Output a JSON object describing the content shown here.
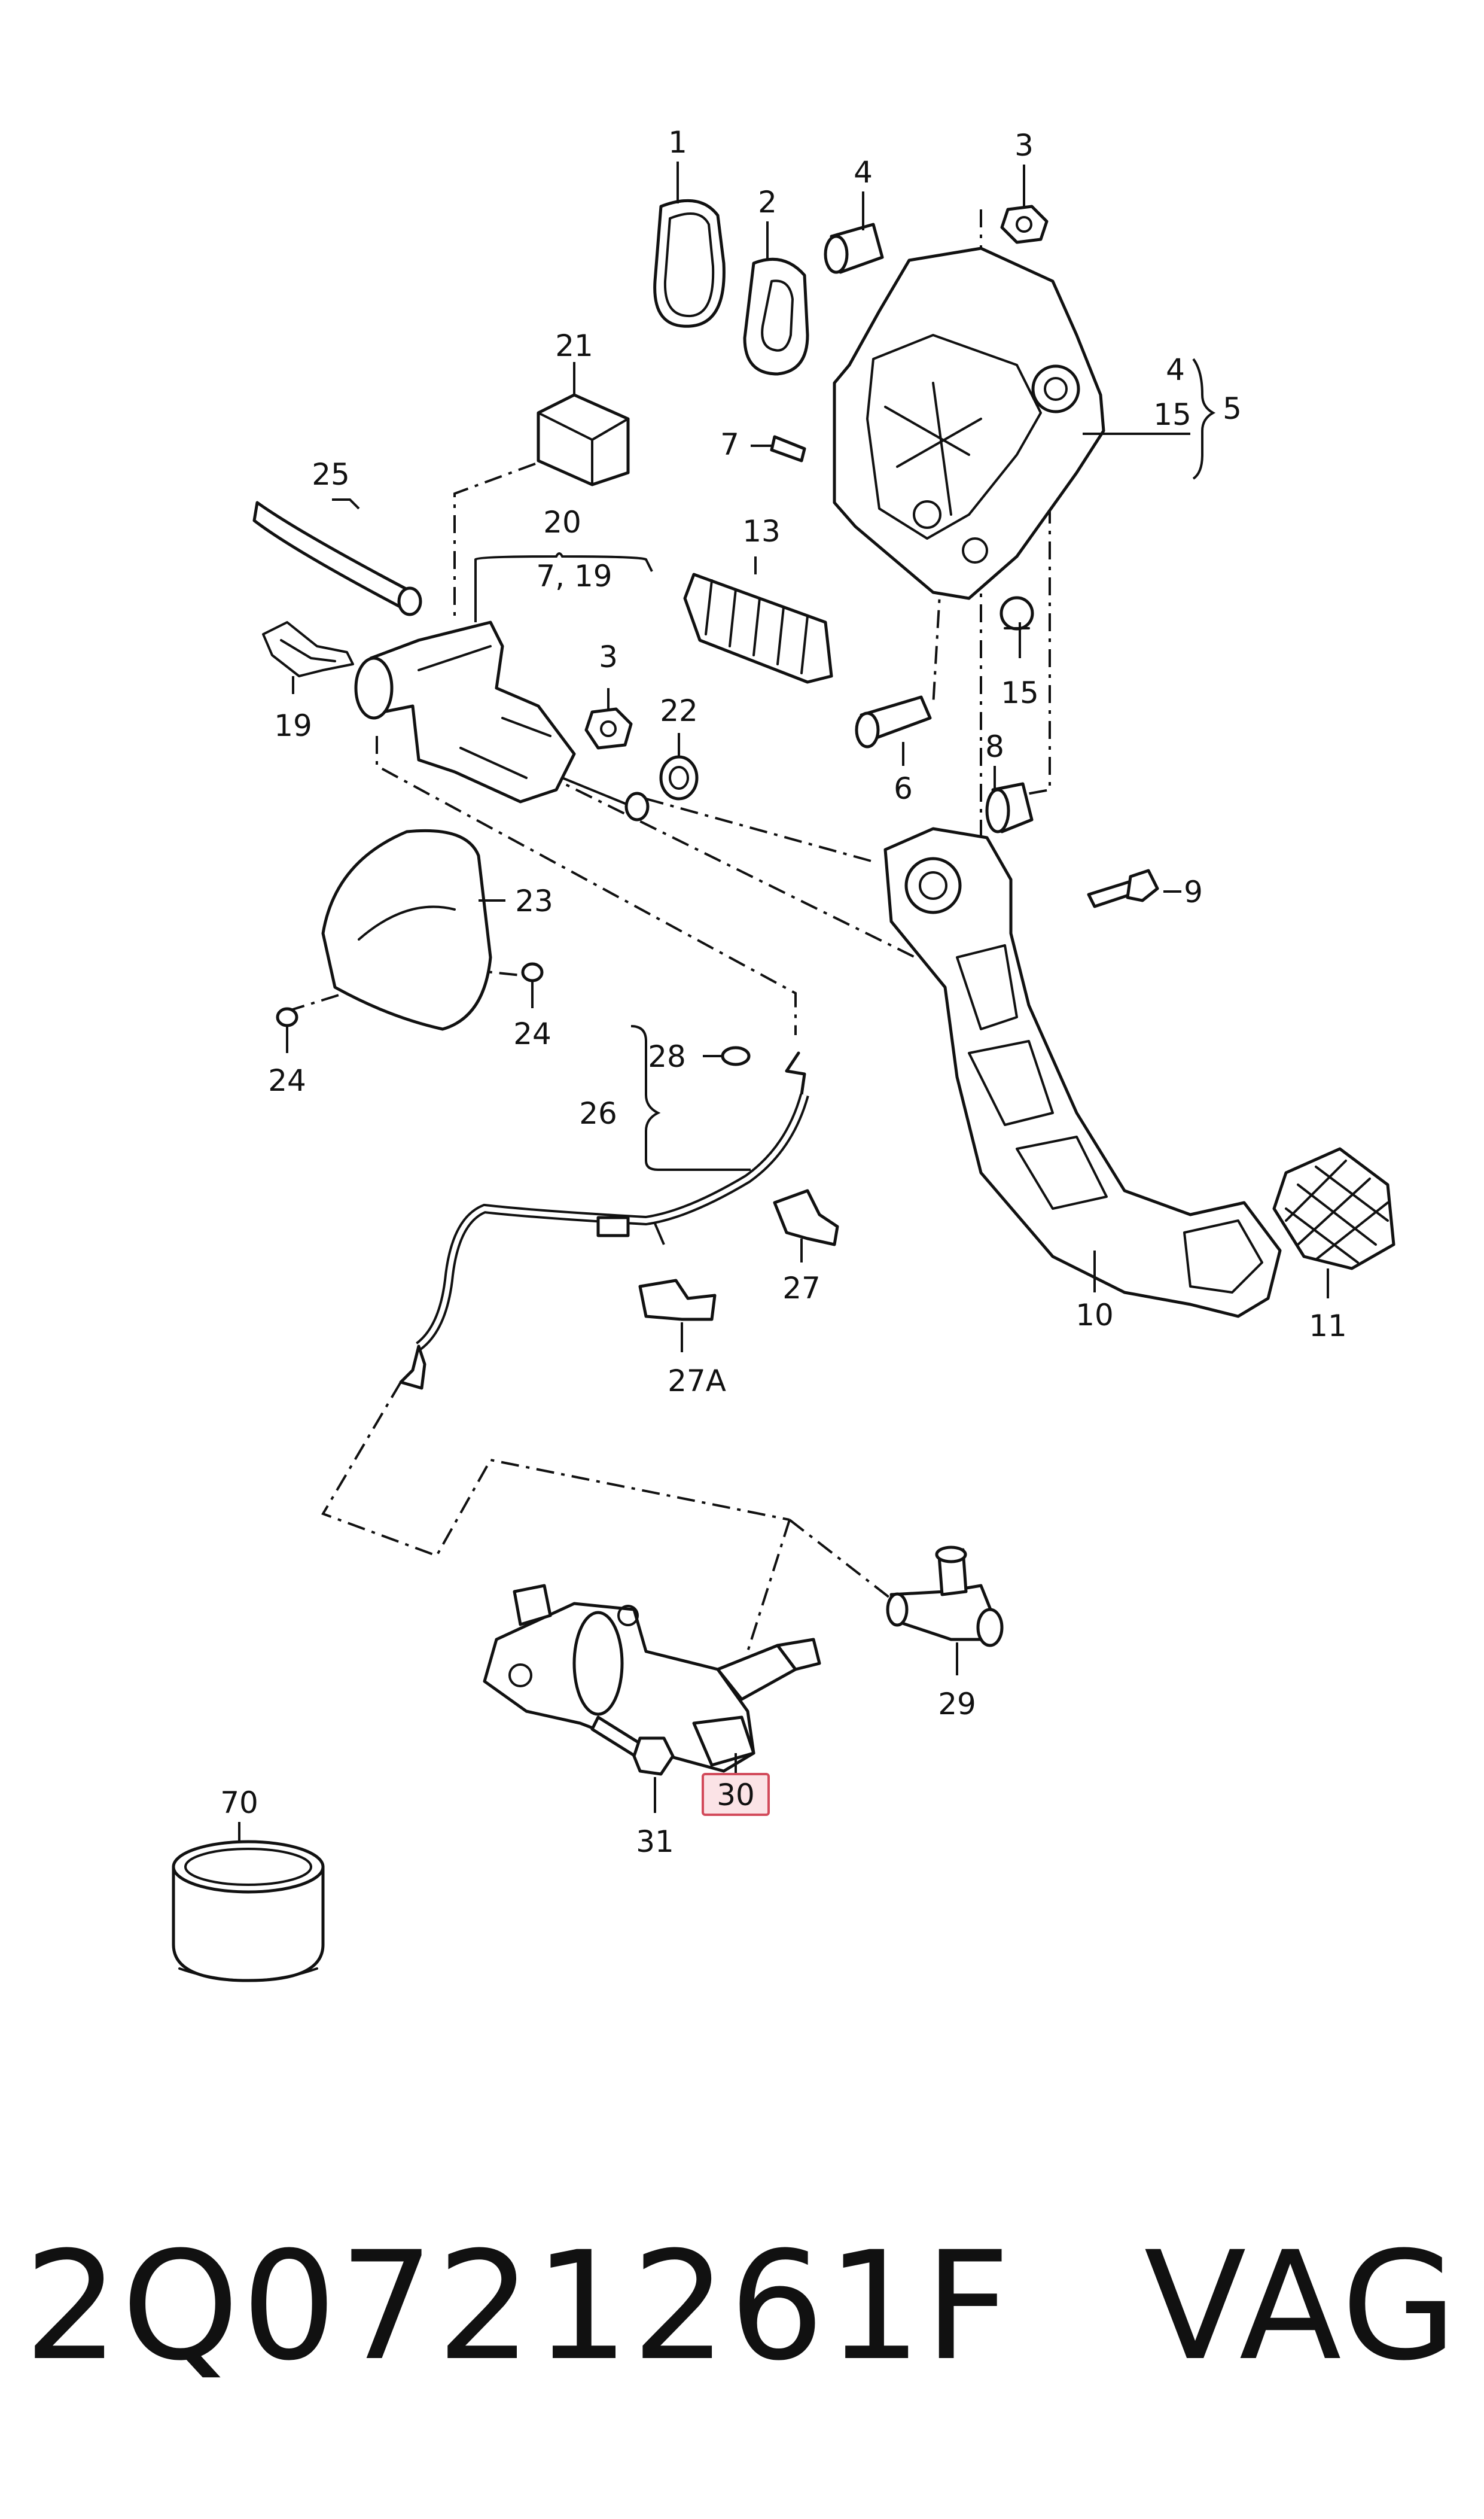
{
  "callouts": {
    "c1": "1",
    "c2": "2",
    "c3a": "3",
    "c4a": "4",
    "c4b": "4",
    "c5": "5",
    "c15a": "15",
    "c15b": "15",
    "c21": "21",
    "c7": "7",
    "c25": "25",
    "c20": "20",
    "c7_19": "7, 19",
    "c13": "13",
    "c19": "19",
    "c3b": "3",
    "c22": "22",
    "c6": "6",
    "c8": "8",
    "c9": "9",
    "c23": "23",
    "c24a": "24",
    "c24b": "24",
    "c28": "28",
    "c26": "26",
    "c29": "29",
    "c10": "10",
    "c11": "11",
    "c27": "27",
    "c27A": "27A",
    "c70": "70",
    "c30": "30",
    "c31": "31"
  },
  "highlight": {
    "part": "30",
    "color": "#d24b5b",
    "fill": "#fbe3e6"
  },
  "footer": {
    "part_number": "2Q0721261F",
    "brand": "VAG"
  }
}
